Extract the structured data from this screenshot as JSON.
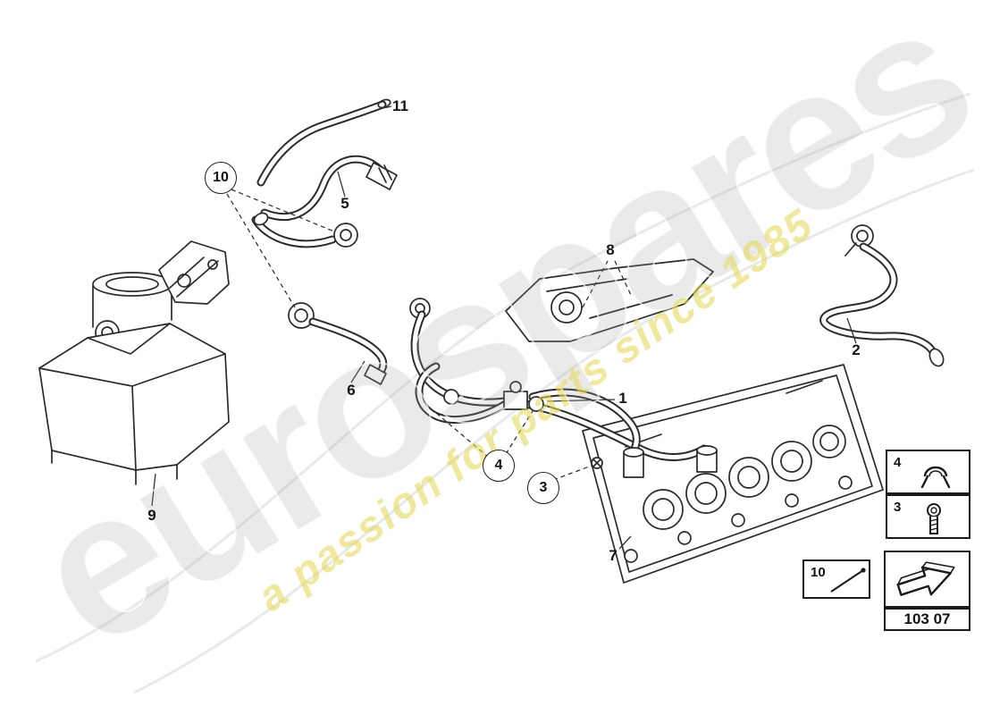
{
  "watermark": {
    "brand": "eurospares",
    "tagline": "a passion for parts since 1985",
    "brand_color": "#a0a0a0",
    "tagline_color": "#e4d85c"
  },
  "diagram": {
    "part_group_code": "103 07",
    "line_color": "#2b2b2b",
    "callouts": {
      "c1": "1",
      "c2": "2",
      "c3": "3",
      "c4": "4",
      "c5": "5",
      "c6": "6",
      "c7": "7",
      "c8": "8",
      "c9": "9",
      "c10": "10",
      "c11": "11"
    },
    "legend": {
      "clip_label": "4",
      "screw_label": "3",
      "pin_label": "10",
      "code": "103 07"
    }
  }
}
